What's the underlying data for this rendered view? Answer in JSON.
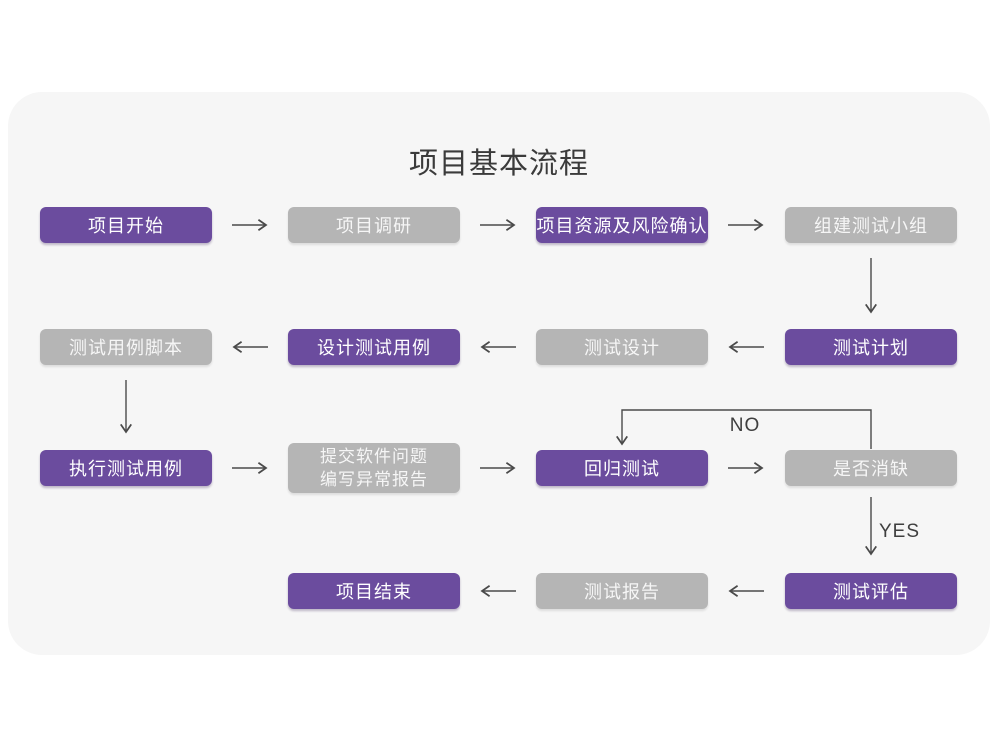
{
  "title": "项目基本流程",
  "colors": {
    "purple": "#6b4c9e",
    "gray": "#b5b5b5",
    "arrow": "#4a4a4a",
    "card_bg": "#f6f6f6",
    "page_bg": "#ffffff",
    "title_text": "#3b3b3b",
    "label_text": "#3f3f3f"
  },
  "edge_labels": {
    "no": "NO",
    "yes": "YES"
  },
  "nodes": [
    {
      "label": "项目开始",
      "variant": "purple"
    },
    {
      "label": "项目调研",
      "variant": "gray"
    },
    {
      "label": "项目资源及风险确认",
      "variant": "purple"
    },
    {
      "label": "组建测试小组",
      "variant": "gray"
    },
    {
      "label": "测试计划",
      "variant": "purple"
    },
    {
      "label": "测试设计",
      "variant": "gray"
    },
    {
      "label": "设计测试用例",
      "variant": "purple"
    },
    {
      "label": "测试用例脚本",
      "variant": "gray"
    },
    {
      "label": "执行测试用例",
      "variant": "purple"
    },
    {
      "label": "提交软件问题\n编写异常报告",
      "variant": "gray"
    },
    {
      "label": "回归测试",
      "variant": "purple"
    },
    {
      "label": "是否消缺",
      "variant": "gray"
    },
    {
      "label": "测试评估",
      "variant": "purple"
    },
    {
      "label": "测试报告",
      "variant": "gray"
    },
    {
      "label": "项目结束",
      "variant": "purple"
    }
  ]
}
